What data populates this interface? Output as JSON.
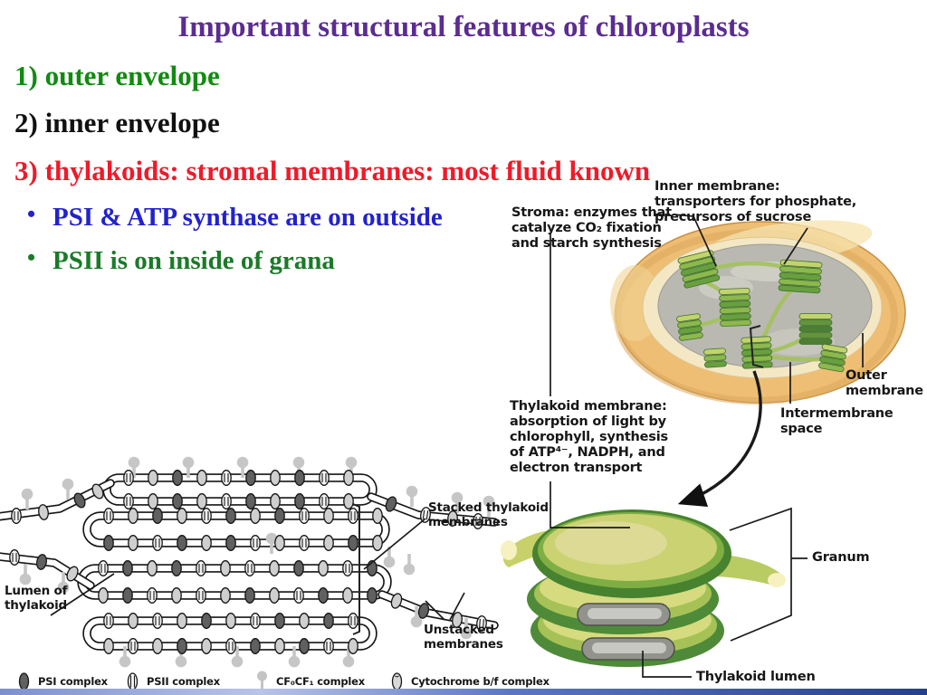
{
  "slide": {
    "title": "Important structural features of chloroplasts",
    "bullet_char": "•",
    "numbered_items": [
      {
        "label": "1) outer envelope"
      },
      {
        "label": "2) inner envelope"
      },
      {
        "label": "3) thylakoids: stromal membranes: most fluid known"
      }
    ],
    "bullets": [
      {
        "label": "PSI & ATP synthase are on outside"
      },
      {
        "label": "PSII is on inside of grana"
      }
    ],
    "colors": {
      "title": "#5B2C91",
      "item1": "#128A12",
      "item2": "#111111",
      "item3": "#EE1B2A",
      "bullet1": "#2222CC",
      "bullet2": "#1B7A28",
      "footer_left": "#7C90CF",
      "footer_right": "#27408B",
      "grana_green": "#69A03F",
      "stroma_gray": "#B9B9B1",
      "envelope_tan": "#EDBE74"
    }
  },
  "chloroplast_figure": {
    "stroma_label": "Stroma: enzymes that\ncatalyze CO₂ fixation\nand starch synthesis",
    "inner_membrane_label": "Inner membrane:\ntransporters for phosphate,\nprecursors of sucrose",
    "outer_membrane_label": "Outer\nmembrane",
    "intermembrane_space_label": "Intermembrane\nspace",
    "thylakoid_membrane_label": "Thylakoid membrane:\nabsorption of light by\nchlorophyll, synthesis\nof ATP⁴⁻, NADPH, and\nelectron transport",
    "granum_label": "Granum",
    "thylakoid_lumen_label": "Thylakoid lumen"
  },
  "membrane_figure": {
    "lumen_label": "Lumen of\nthylakoid",
    "stacked_label": "Stacked thylakoid\nmembranes",
    "unstacked_label": "Unstacked\nmembranes",
    "legend": [
      {
        "icon": "psi-complex-icon",
        "label": "PSI complex"
      },
      {
        "icon": "psii-complex-icon",
        "label": "PSII complex"
      },
      {
        "icon": "cf0cf1-complex-icon",
        "label": "CF₀CF₁ complex"
      },
      {
        "icon": "cytochrome-bf-complex-icon",
        "label": "Cytochrome b/f complex"
      }
    ]
  }
}
